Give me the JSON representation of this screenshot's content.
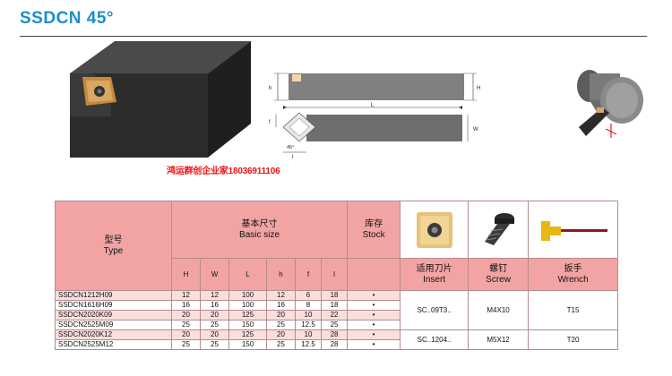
{
  "title": "SSDCN 45°",
  "watermark": "鸿运群创企业家18036911106",
  "drawing_labels": {
    "h": "h",
    "H": "H",
    "f": "f",
    "L": "L",
    "W": "W",
    "l": "l",
    "angle": "45°"
  },
  "table": {
    "type_cn": "型号",
    "type_en": "Type",
    "basic_cn": "基本尺寸",
    "basic_en": "Basic size",
    "stock_cn": "库存",
    "stock_en": "Stock",
    "columns": [
      "H",
      "W",
      "L",
      "h",
      "f",
      "l"
    ],
    "insert_cn": "适用刀片",
    "insert_en": "Insert",
    "screw_cn": "螺钉",
    "screw_en": "Screw",
    "wrench_cn": "扳手",
    "wrench_en": "Wrench",
    "rows": [
      {
        "type": "SSDCN1212H09",
        "H": "12",
        "W": "12",
        "L": "100",
        "h": "12",
        "f": "6",
        "l": "18",
        "stock": "•"
      },
      {
        "type": "SSDCN1616H09",
        "H": "16",
        "W": "16",
        "L": "100",
        "h": "16",
        "f": "8",
        "l": "18",
        "stock": "•"
      },
      {
        "type": "SSDCN2020K09",
        "H": "20",
        "W": "20",
        "L": "125",
        "h": "20",
        "f": "10",
        "l": "22",
        "stock": "•"
      },
      {
        "type": "SSDCN2525M09",
        "H": "25",
        "W": "25",
        "L": "150",
        "h": "25",
        "f": "12.5",
        "l": "25",
        "stock": "•"
      },
      {
        "type": "SSDCN2020K12",
        "H": "20",
        "W": "20",
        "L": "125",
        "h": "20",
        "f": "10",
        "l": "28",
        "stock": "•"
      },
      {
        "type": "SSDCN2525M12",
        "H": "25",
        "W": "25",
        "L": "150",
        "h": "25",
        "f": "12.5",
        "l": "28",
        "stock": "•"
      }
    ],
    "group1": {
      "insert": "SC..09T3..",
      "screw": "M4X10",
      "wrench": "T15"
    },
    "group2": {
      "insert": "SC..1204..",
      "screw": "M5X12",
      "wrench": "T20"
    }
  }
}
